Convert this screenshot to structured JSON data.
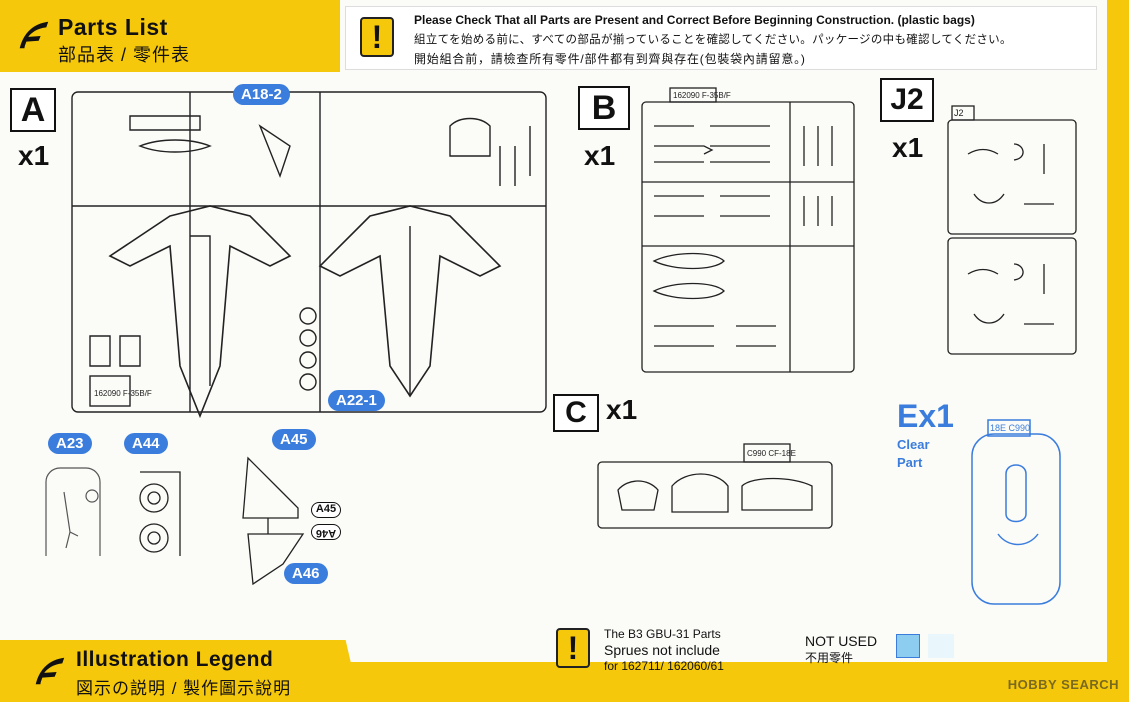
{
  "header": {
    "title": "Parts List",
    "subtitle": "部品表 / 零件表"
  },
  "notice": {
    "warning_glyph": "!",
    "line_en": "Please Check That all Parts are Present and Correct Before Beginning Construction. (plastic bags)",
    "line_ja": "組立てを始める前に、すべての部品が揃っていることを確認してください。パッケージの中も確認してください。",
    "line_zh": "開始組合前，請檢查所有零件/部件都有到齊與存在(包裝袋內請留意。)"
  },
  "sprues": {
    "A": {
      "letter": "A",
      "qty": "x1",
      "code": "162090 F-35B/F"
    },
    "B": {
      "letter": "B",
      "qty": "x1",
      "code": "162090 F-35B/F"
    },
    "J2": {
      "letter": "J2",
      "qty": "x1",
      "code": "J2"
    },
    "C": {
      "letter": "C",
      "qty": "x1",
      "code": "C990 CF-18E"
    },
    "Ex": {
      "title": "Ex1",
      "label_line1": "Clear",
      "label_line2": "Part",
      "code": "18E C990"
    }
  },
  "callouts": {
    "a18_2": "A18-2",
    "a22_1": "A22-1",
    "a23": "A23",
    "a44": "A44",
    "a45": "A45",
    "a46": "A46"
  },
  "part_tags": {
    "a45": "A45",
    "a46": "A46"
  },
  "footer": {
    "legend_title": "Illustration Legend",
    "legend_sub": "図示の説明 / 製作圖示說明",
    "note_line1": "The B3 GBU-31 Parts",
    "note_line2": "Sprues not include",
    "note_line3": "for 162711/ 162060/61",
    "not_used_en": "NOT USED",
    "not_used_zh": "不用零件",
    "watermark": "HOBBY SEARCH"
  },
  "colors": {
    "brand_yellow": "#f6c80b",
    "callout_blue": "#3b7ddd",
    "clear_part_blue": "#3b7ddd",
    "not_used_fill": "#8ccdf0"
  }
}
